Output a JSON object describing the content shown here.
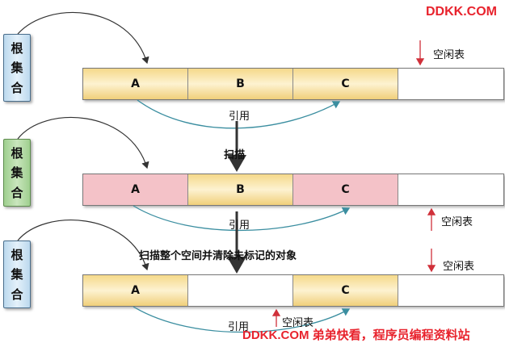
{
  "watermark_top": "DDKK.COM",
  "watermark_bottom": "DDKK.COM 弟弟快看，程序员编程资料站",
  "root_label": [
    "根",
    "集",
    "合"
  ],
  "rows": [
    {
      "cells": [
        "A",
        "B",
        "C",
        ""
      ],
      "free_label": "空闲表",
      "ref_label": "引用"
    },
    {
      "cells": [
        "A",
        "B",
        "C",
        ""
      ],
      "free_label": "空闲表",
      "ref_label": "引用"
    },
    {
      "cells": [
        "A",
        "",
        "C",
        ""
      ],
      "free_label": "空闲表",
      "free_label_2": "空闲表",
      "ref_label": "引用"
    }
  ],
  "step1_label": "扫描",
  "step2_label": "扫描整个空间并清除未标记的对象",
  "colors": {
    "gold": "#f5d98a",
    "pink": "#f4c2c8",
    "arrow_teal": "#3b8ea0",
    "arrow_red": "#d0303a",
    "watermark": "#e8232d"
  }
}
